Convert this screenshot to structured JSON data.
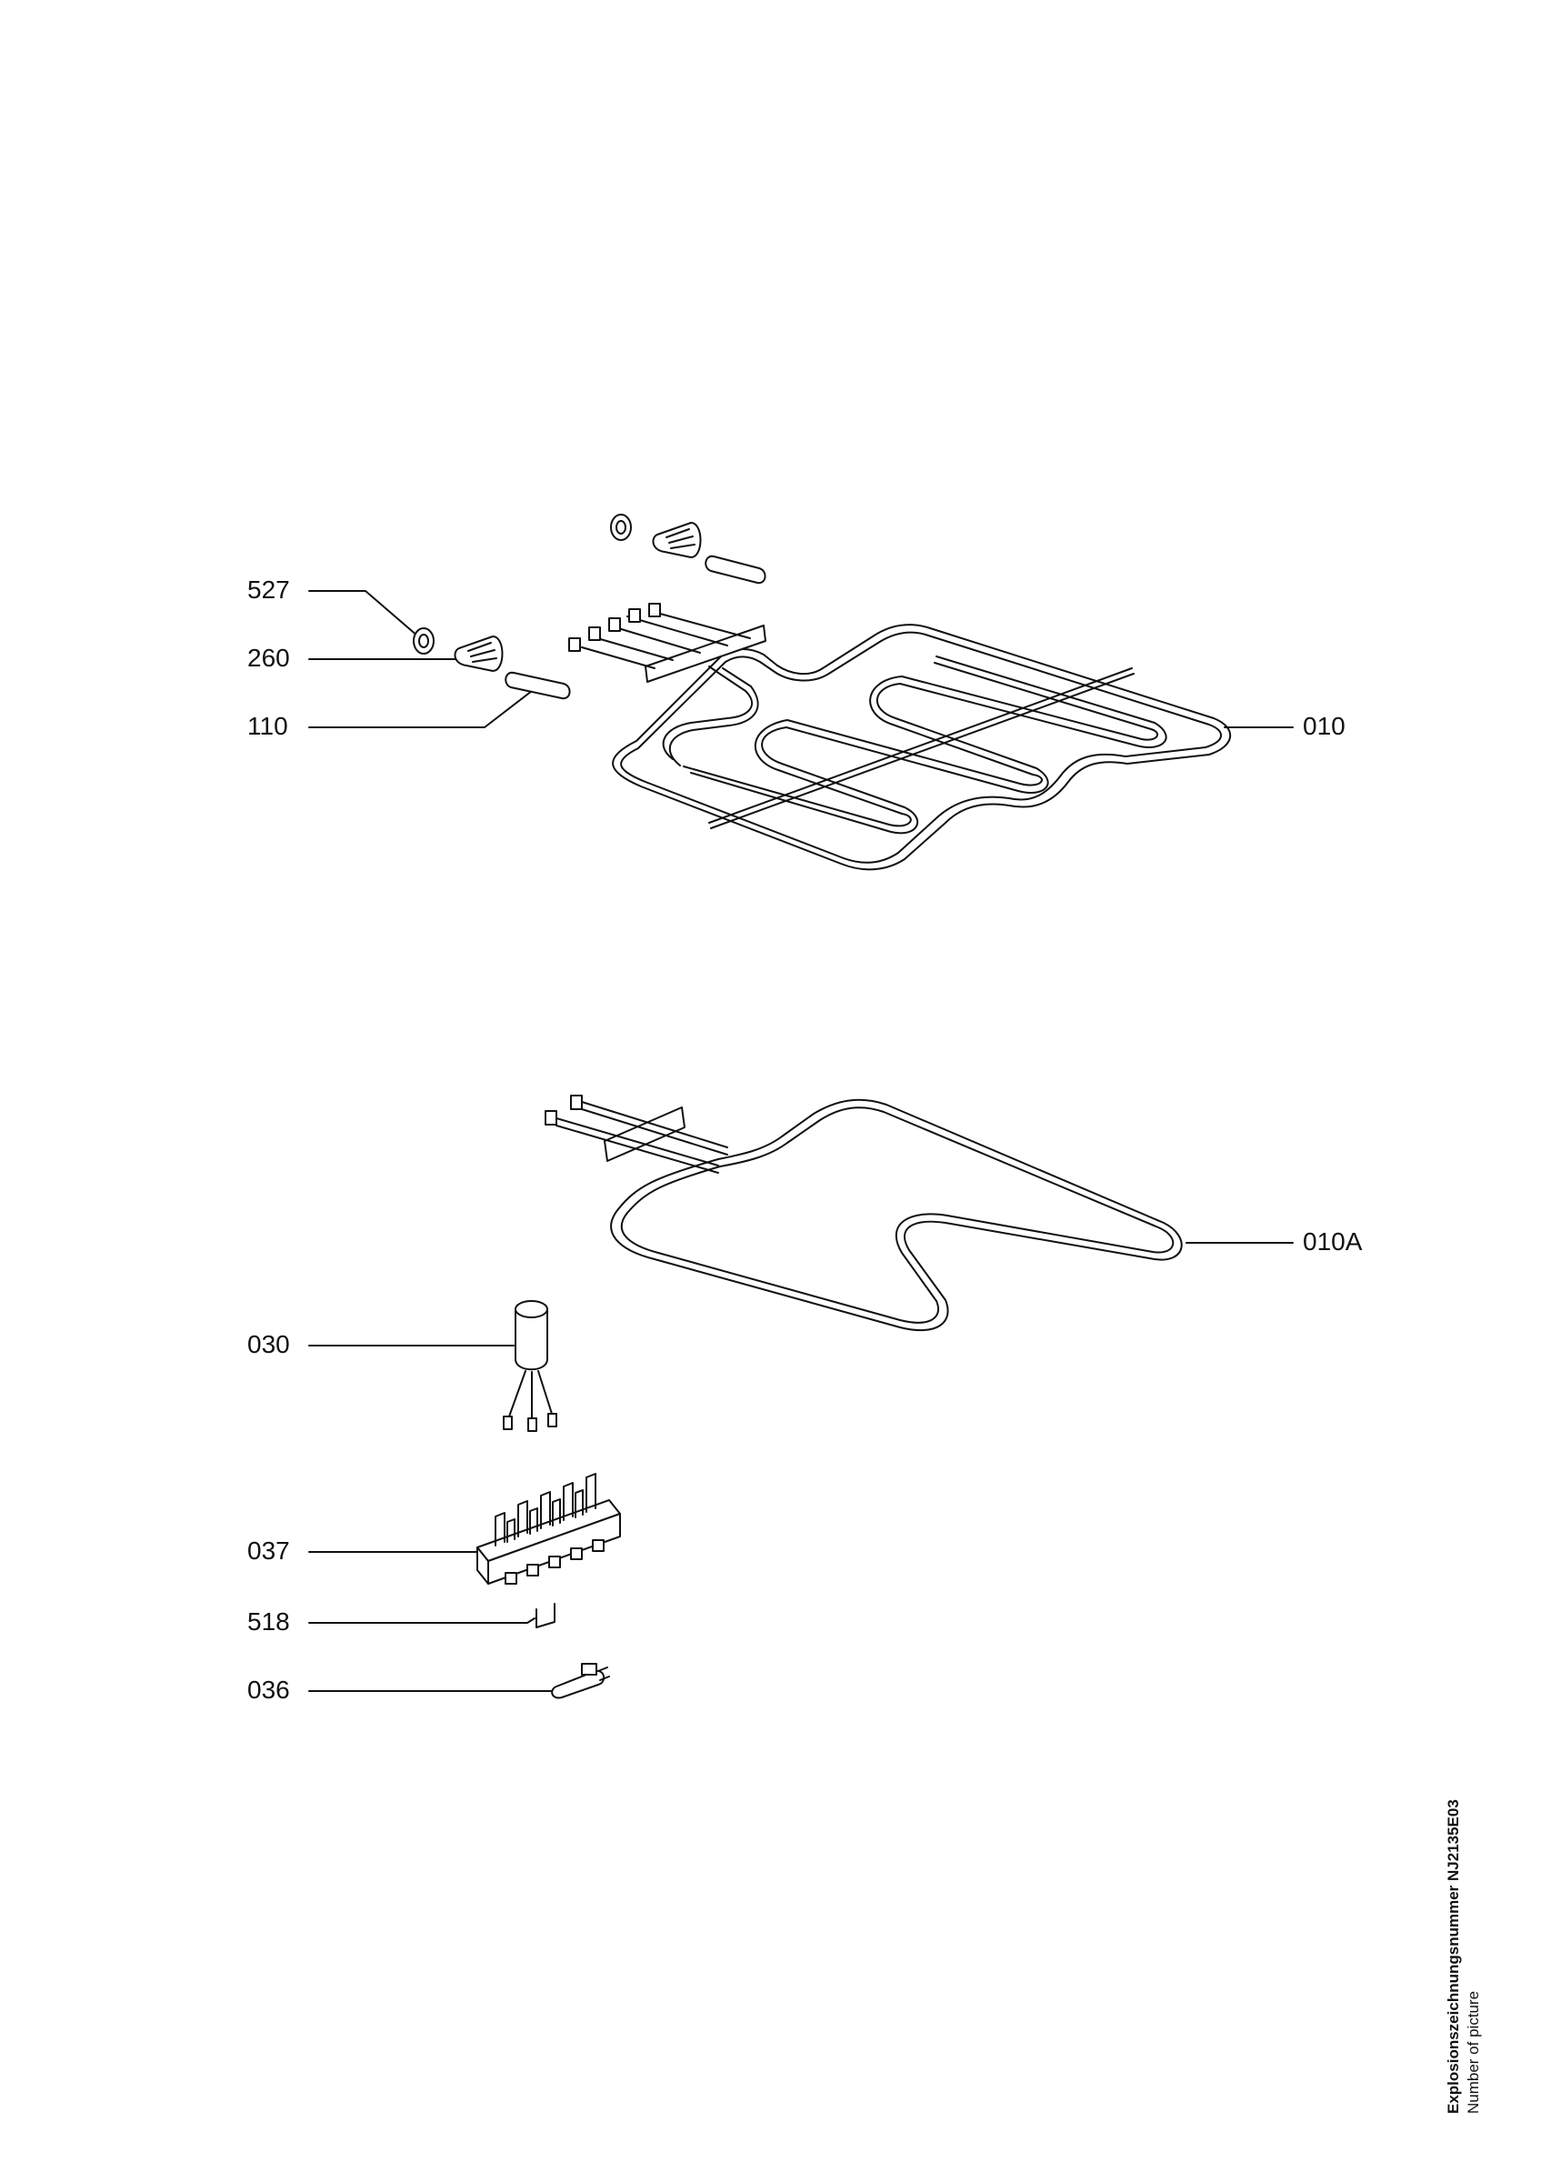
{
  "callouts": {
    "c527": "527",
    "c260": "260",
    "c110": "110",
    "c010": "010",
    "c010A": "010A",
    "c030": "030",
    "c037": "037",
    "c518": "518",
    "c036": "036"
  },
  "side_text": {
    "line1": "Explosionszeichnungsnummer NJ2135E03",
    "line2": "Number of picture"
  },
  "colors": {
    "ink": "#111111",
    "paper": "#ffffff"
  }
}
